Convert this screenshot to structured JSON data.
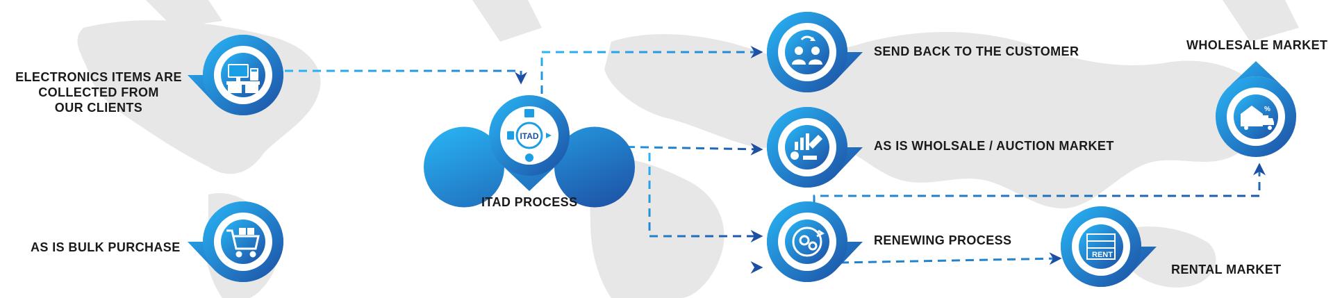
{
  "colors": {
    "primary_blue": "#1a9ee5",
    "light_blue": "#29b6f6",
    "dark_blue": "#1d4fa3",
    "map_gray": "#e7e7e7",
    "text": "#1a1a1a"
  },
  "nodes": {
    "collect": {
      "label_lines": [
        "ELECTRONICS ITEMS ARE",
        "COLLECTED FROM",
        "OUR CLIENTS"
      ],
      "icon": "workstation-icon"
    },
    "bulk": {
      "label": "AS IS BULK PURCHASE",
      "icon": "shopping-cart-icon"
    },
    "itad": {
      "label": "ITAD PROCESS",
      "center_text": "ITAD",
      "icon": "itad-cycle-icon"
    },
    "send_back": {
      "label": "SEND BACK TO THE CUSTOMER",
      "icon": "exchange-people-icon"
    },
    "auction": {
      "label": "AS IS WHOLSALE / AUCTION MARKET",
      "icon": "auction-hammer-icon"
    },
    "renewing": {
      "label": "RENEWING PROCESS",
      "icon": "gears-cycle-icon"
    },
    "rental": {
      "label": "RENTAL MARKET",
      "rent_text": "RENT",
      "icon": "rent-building-icon"
    },
    "wholesale": {
      "label": "WHOLESALE MARKET",
      "icon": "delivery-truck-icon"
    }
  }
}
